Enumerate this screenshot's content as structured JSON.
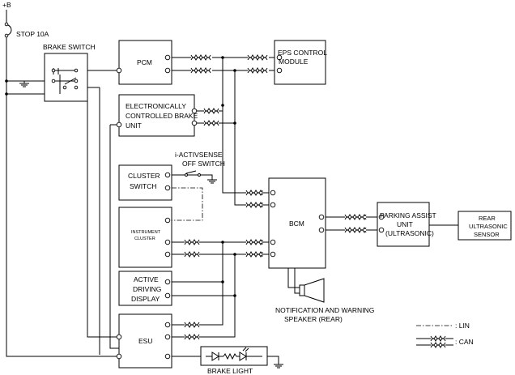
{
  "power": {
    "supply": "+B",
    "fuse": "STOP 10A"
  },
  "components": {
    "brake_switch": "BRAKE SWITCH",
    "pcm": "PCM",
    "eps": [
      "EPS CONTROL",
      "MODULE"
    ],
    "ecbu": [
      "ELECTRONICALLY",
      "CONTROLLED BRAKE",
      "UNIT"
    ],
    "i_activsense": [
      "i-ACTIVSENSE",
      "OFF SWITCH"
    ],
    "cluster_switch": [
      "CLUSTER",
      "SWITCH"
    ],
    "instrument_cluster": [
      "INSTRUMENT",
      "CLUSTER"
    ],
    "active_driving_display": [
      "ACTIVE",
      "DRIVING",
      "DISPLAY"
    ],
    "esu": "ESU",
    "bcm": "BCM",
    "parking_assist": [
      "PARKING ASSIST",
      "UNIT",
      "(ULTRASONIC)"
    ],
    "rear_sensor": [
      "REAR",
      "ULTRASONIC",
      "SENSOR"
    ],
    "speaker": [
      "NOTIFICATION AND WARNING",
      "SPEAKER (REAR)"
    ],
    "brake_light": "BRAKE LIGHT"
  },
  "legend": {
    "lin": ": LIN",
    "can": ": CAN"
  }
}
